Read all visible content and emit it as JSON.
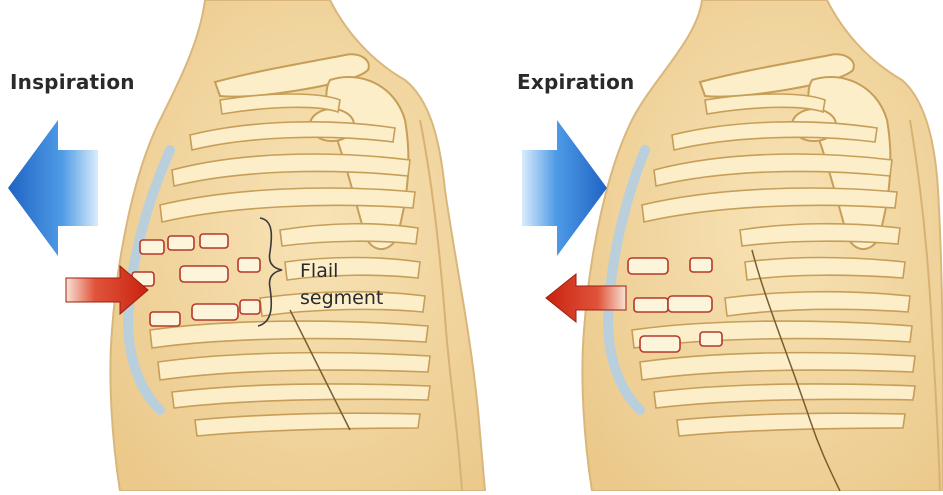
{
  "panels": {
    "left": {
      "label": "Inspiration"
    },
    "right": {
      "label": "Expiration"
    }
  },
  "annotation": {
    "line1": "Flail",
    "line2": "segment"
  },
  "colors": {
    "skin": "#f4d9a3",
    "skin_edge": "#d9b77c",
    "bone": "#fbeec9",
    "bone_edge": "#c79e58",
    "cartilage": "#cfe0ea",
    "blue_arrow": "#3a86d8",
    "red_arrow": "#d8301e"
  }
}
